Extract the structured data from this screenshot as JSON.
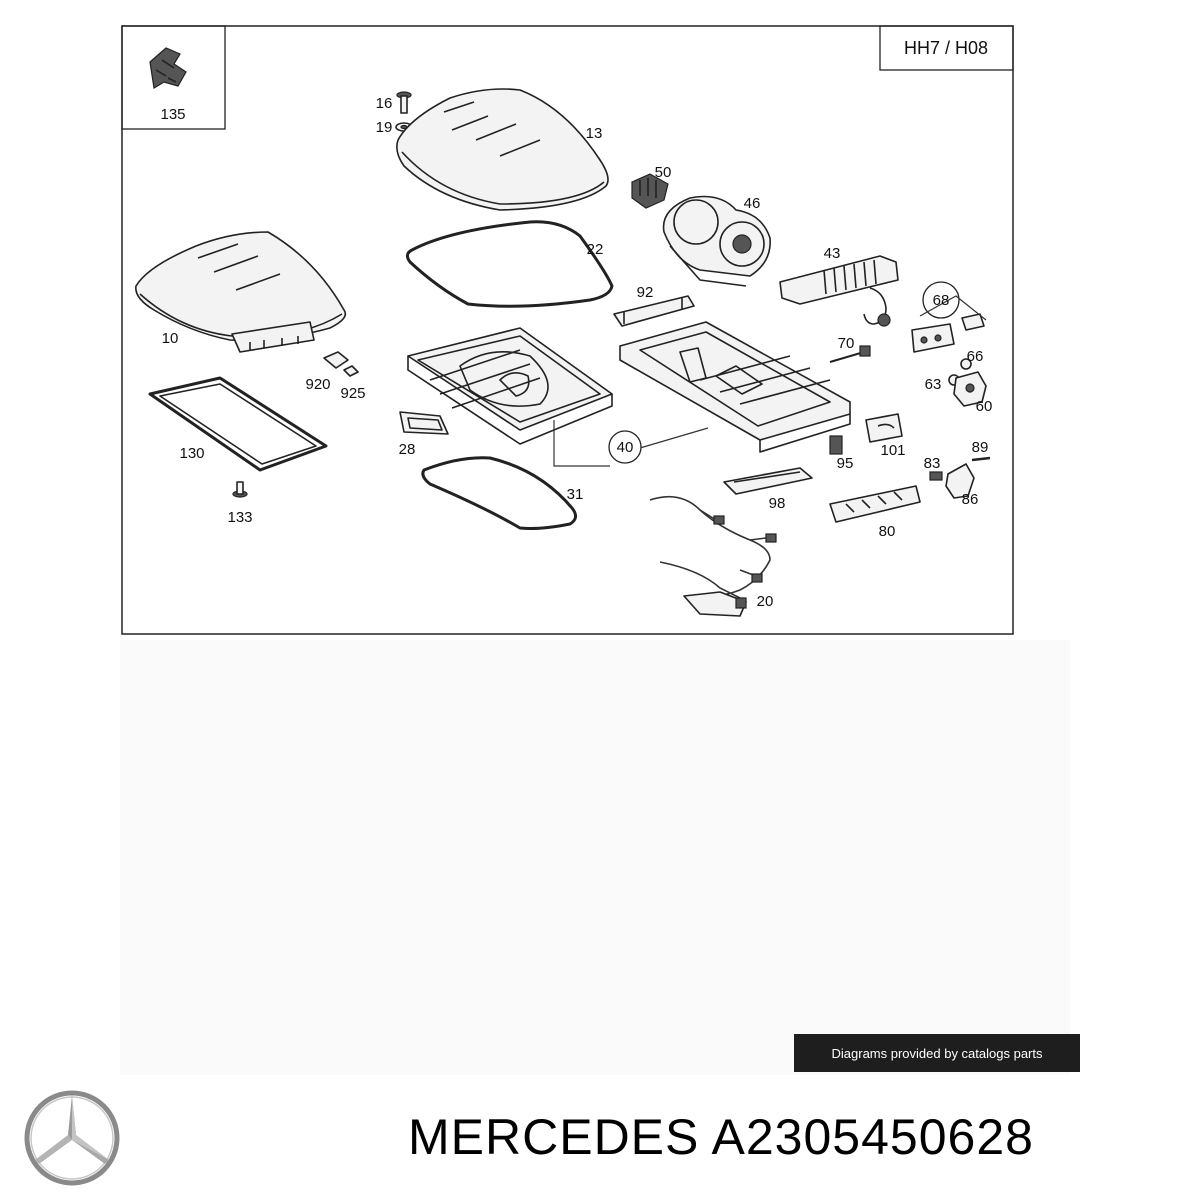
{
  "diagram": {
    "code_label": "HH7 / H08",
    "callouts": [
      {
        "id": "c135",
        "text": "135"
      },
      {
        "id": "c16",
        "text": "16"
      },
      {
        "id": "c19",
        "text": "19"
      },
      {
        "id": "c13",
        "text": "13"
      },
      {
        "id": "c50",
        "text": "50"
      },
      {
        "id": "c46",
        "text": "46"
      },
      {
        "id": "c22",
        "text": "22"
      },
      {
        "id": "c43",
        "text": "43"
      },
      {
        "id": "c92",
        "text": "92"
      },
      {
        "id": "c68",
        "text": "68"
      },
      {
        "id": "c10",
        "text": "10"
      },
      {
        "id": "c70",
        "text": "70"
      },
      {
        "id": "c66",
        "text": "66"
      },
      {
        "id": "c920",
        "text": "920"
      },
      {
        "id": "c925",
        "text": "925"
      },
      {
        "id": "c63",
        "text": "63"
      },
      {
        "id": "c60",
        "text": "60"
      },
      {
        "id": "c130",
        "text": "130"
      },
      {
        "id": "c28",
        "text": "28"
      },
      {
        "id": "c40",
        "text": "40"
      },
      {
        "id": "c95",
        "text": "95"
      },
      {
        "id": "c101",
        "text": "101"
      },
      {
        "id": "c89",
        "text": "89"
      },
      {
        "id": "c83",
        "text": "83"
      },
      {
        "id": "c86",
        "text": "86"
      },
      {
        "id": "c31",
        "text": "31"
      },
      {
        "id": "c98",
        "text": "98"
      },
      {
        "id": "c80",
        "text": "80"
      },
      {
        "id": "c133",
        "text": "133"
      },
      {
        "id": "c20",
        "text": "20"
      }
    ]
  },
  "credit": "Diagrams provided by catalogs parts",
  "brand": {
    "logo_icon": "mercedes-star-icon",
    "text": "MERCEDES A2305450628"
  }
}
